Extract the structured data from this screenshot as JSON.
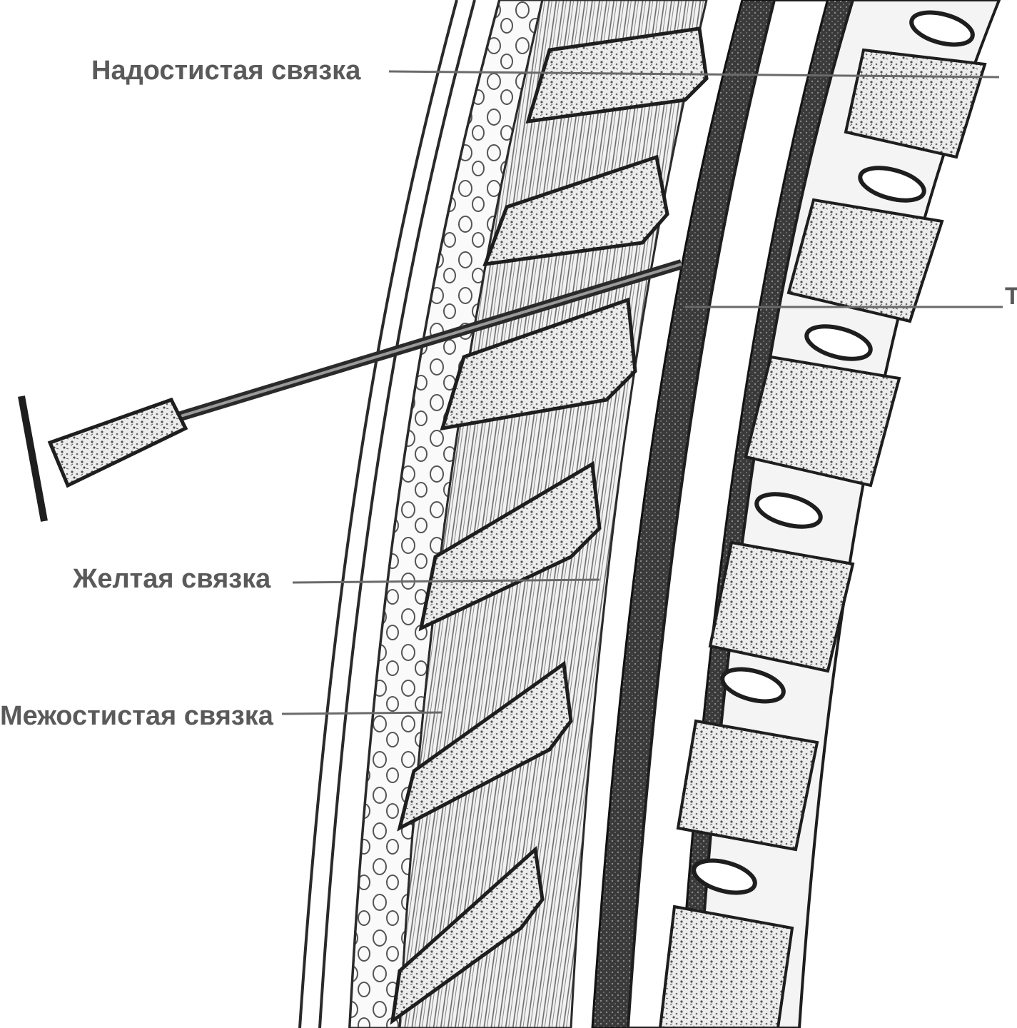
{
  "labels": {
    "supraspinous": "Надостистая связка",
    "flavum": "Желтая связка",
    "interspinous": "Межостистая связка",
    "right_cut": "Т с"
  },
  "colors": {
    "ink": "#2a2a2a",
    "label": "#5a5a5a",
    "background": "#ffffff",
    "bone_fill": "#d9d9d9",
    "canal_dark": "#3a3a3a"
  }
}
